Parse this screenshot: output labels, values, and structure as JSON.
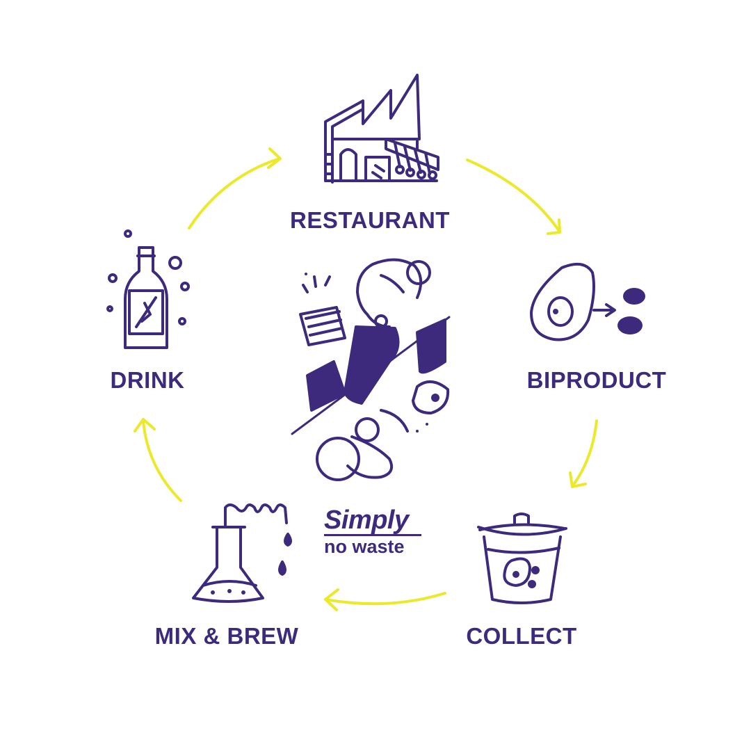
{
  "colors": {
    "ink": "#3d2a7d",
    "arrow": "#ece82a",
    "background": "#ffffff"
  },
  "steps": [
    {
      "label": "RESTAURANT",
      "icon": "factory-restaurant-icon"
    },
    {
      "label": "BIPRODUCT",
      "icon": "avocado-icon"
    },
    {
      "label": "COLLECT",
      "icon": "bucket-icon"
    },
    {
      "label": "MIX & BREW",
      "icon": "flask-icon"
    },
    {
      "label": "DRINK",
      "icon": "bottle-icon"
    }
  ],
  "brand": {
    "line1": "Simply",
    "line2": "no waste"
  }
}
